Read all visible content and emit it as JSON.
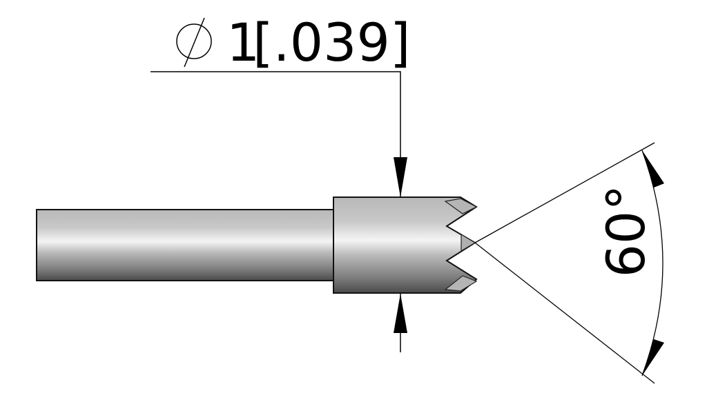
{
  "drawing": {
    "diameter_dimension": {
      "symbol": "⌀",
      "value": "1",
      "alt_value": "[.039]"
    },
    "angle_dimension": {
      "value": "60°"
    },
    "part": "countersink-cutter-tool",
    "colors": {
      "line": "#000000",
      "metal_light": "#f2f2f2",
      "metal_mid": "#c4c4c4",
      "metal_dark": "#555555"
    }
  }
}
